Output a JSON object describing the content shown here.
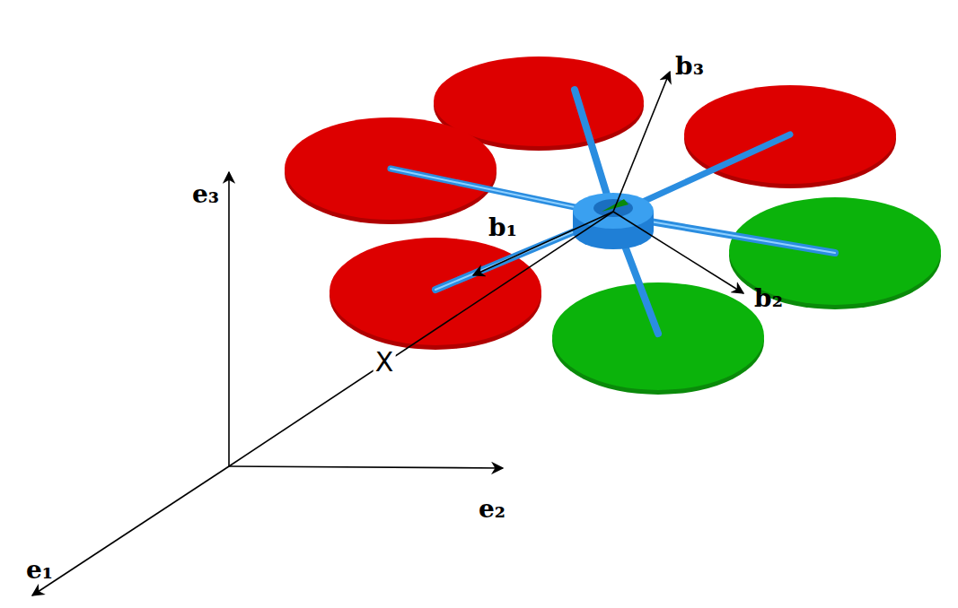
{
  "diagram": {
    "labels": [
      "e₃",
      "e₂",
      "e₁",
      "X",
      "b₁",
      "b₂",
      "b₃"
    ]
  }
}
